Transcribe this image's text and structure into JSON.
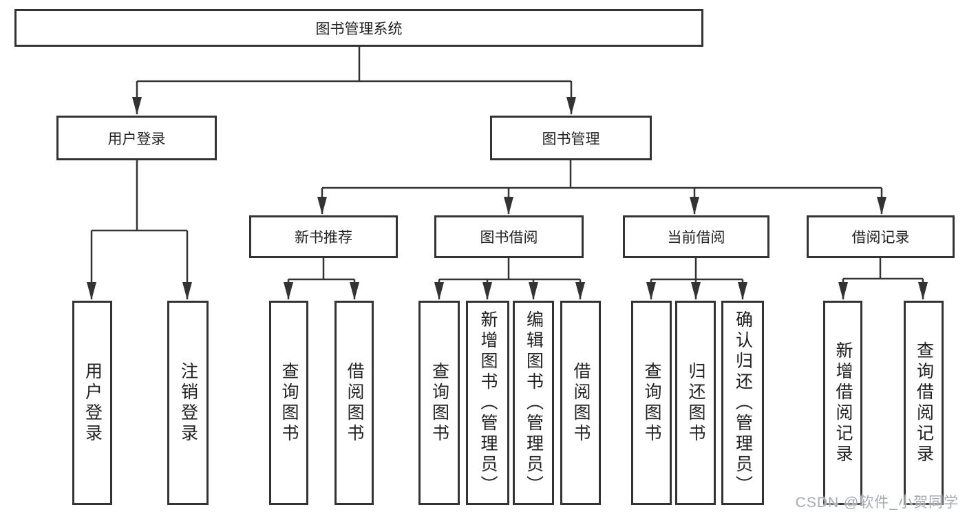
{
  "diagram": {
    "title": "图书管理系统",
    "level2": [
      {
        "label": "用户登录"
      },
      {
        "label": "图书管理"
      }
    ],
    "level3": [
      {
        "label": "新书推荐",
        "parent": "图书管理"
      },
      {
        "label": "图书借阅",
        "parent": "图书管理"
      },
      {
        "label": "当前借阅",
        "parent": "图书管理"
      },
      {
        "label": "借阅记录",
        "parent": "图书管理"
      }
    ],
    "leaves": [
      {
        "label": "用户登录",
        "parent": "用户登录"
      },
      {
        "label": "注销登录",
        "parent": "用户登录"
      },
      {
        "label": "查询图书",
        "parent": "新书推荐"
      },
      {
        "label": "借阅图书",
        "parent": "新书推荐"
      },
      {
        "label": "查询图书",
        "parent": "图书借阅"
      },
      {
        "label": "新增图书（管理员）",
        "parent": "图书借阅"
      },
      {
        "label": "编辑图书（管理员）",
        "parent": "图书借阅"
      },
      {
        "label": "借阅图书",
        "parent": "图书借阅"
      },
      {
        "label": "查询图书",
        "parent": "当前借阅"
      },
      {
        "label": "归还图书",
        "parent": "当前借阅"
      },
      {
        "label": "确认归还（管理员）",
        "parent": "当前借阅"
      },
      {
        "label": "新增借阅记录",
        "parent": "借阅记录"
      },
      {
        "label": "查询借阅记录",
        "parent": "借阅记录"
      }
    ],
    "watermark": "CSDN @软件_小贺同学",
    "colors": {
      "line": "#333333",
      "box_border": "#333333",
      "box_fill": "#ffffff",
      "text": "#222222",
      "watermark": "#a4a9b2",
      "background": "#ffffff"
    }
  }
}
